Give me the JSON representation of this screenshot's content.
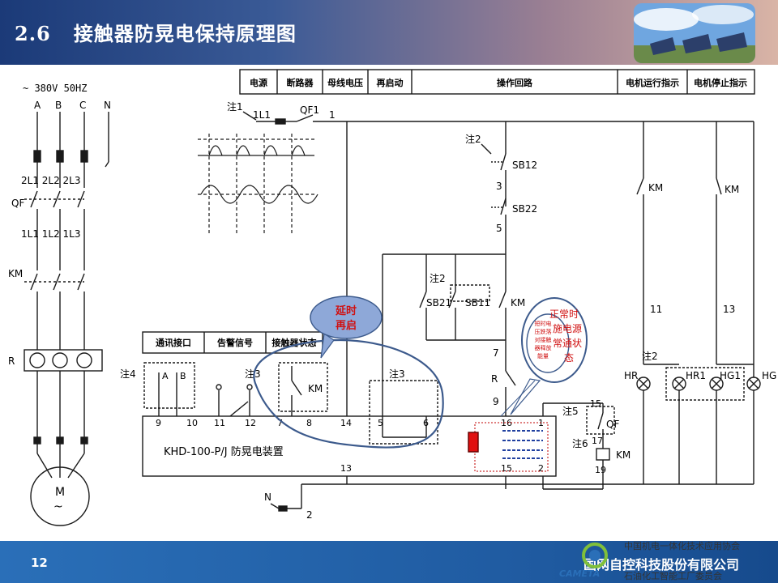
{
  "header": {
    "section_num": "2.6",
    "title": "接触器防晃电保持原理图"
  },
  "footer": {
    "page_number": "12",
    "org_line1": "中国机电一体化技术应用协会",
    "org_main": "国网自控科技股份有限公司",
    "org_line3": "石油化工智能工厂委员会",
    "logo_text": "CAMETA"
  },
  "supply": {
    "voltage": "~ 380V 50HZ",
    "phases": [
      "A",
      "B",
      "C",
      "N"
    ]
  },
  "table_header": [
    "电源",
    "断路器",
    "母线电压",
    "再启动",
    "操作回路",
    "电机运行指示",
    "电机停止指示"
  ],
  "device_header": [
    "通讯接口",
    "告警信号",
    "接触器状态"
  ],
  "device_name": "KHD-100-P/J 防晃电装置",
  "callouts": {
    "delay_restart": [
      "延时",
      "再启"
    ],
    "normal_on": [
      "正常时",
      "施电源",
      "常通状",
      "态"
    ],
    "short_sag": [
      "短时电",
      "压跌落",
      "对接触",
      "器释放",
      "能量"
    ]
  },
  "labels": {
    "zhu1": "注1",
    "zhu2": "注2",
    "zhu3": "注3",
    "zhu4": "注4",
    "zhu5": "注5",
    "zhu6": "注6",
    "fuse_2l": "2L1 2L2 2L3",
    "qf": "QF",
    "l_123": "1L1 1L2 1L3",
    "km": "KM",
    "r": "R",
    "m": "M",
    "n": "N",
    "l1": "1L1",
    "qf1": "QF1",
    "w1": "1",
    "sb12": "SB12",
    "w3": "3",
    "sb22": "SB22",
    "w5": "5",
    "sb21": "SB21",
    "sb11": "SB11",
    "w7": "7",
    "w9": "9",
    "w11": "11",
    "w13": "13",
    "hr": "HR",
    "hr1": "HR1",
    "hg1": "HG1",
    "hg": "HG",
    "t9": "9",
    "t10": "10",
    "t11": "11",
    "t12": "12",
    "t7": "7",
    "t8": "8",
    "t14": "14",
    "t5": "5",
    "t6": "6",
    "t16": "16",
    "t1": "1",
    "t15": "15",
    "t2": "2",
    "w13b": "13",
    "w2": "2",
    "w15": "15",
    "w17": "17",
    "w19": "19"
  },
  "colors": {
    "wire": "#1a1a1a",
    "callout_stroke": "#3c5a8c",
    "callout_fill": "#8ea8d8",
    "red_text": "#d01010"
  }
}
